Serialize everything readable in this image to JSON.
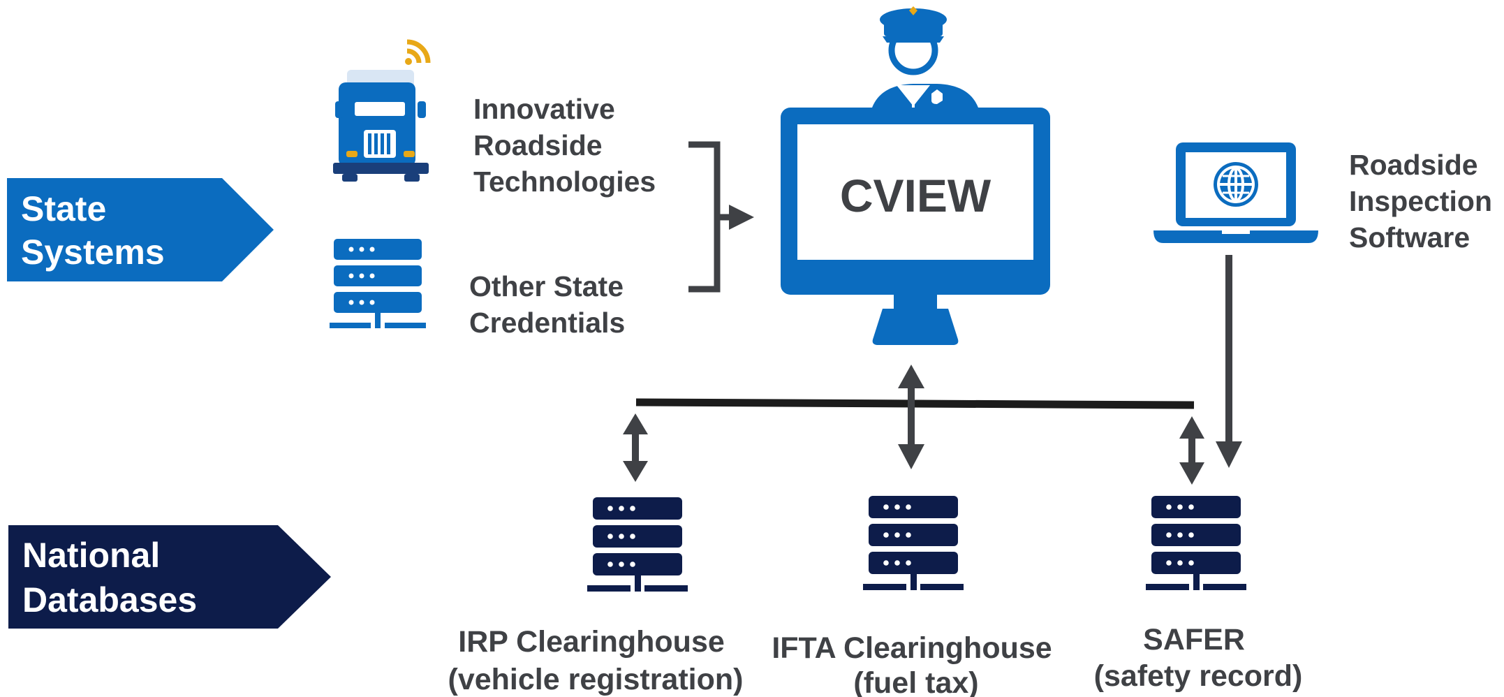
{
  "banners": {
    "state_systems": {
      "lines": [
        "State",
        "Systems"
      ],
      "color": "#0b6cbf"
    },
    "national_databases": {
      "lines": [
        "National",
        "Databases"
      ],
      "color": "#0d1c4a"
    }
  },
  "inputs": {
    "roadside_tech": {
      "lines": [
        "Innovative",
        "Roadside",
        "Technologies"
      ],
      "icon": "truck-icon"
    },
    "state_credentials": {
      "lines": [
        "Other State",
        "Credentials"
      ],
      "icon": "server-icon"
    }
  },
  "center": {
    "label": "CVIEW",
    "icons": [
      "monitor-icon",
      "police-officer-icon"
    ]
  },
  "roadside_software": {
    "lines": [
      "Roadside",
      "Inspection",
      "Software"
    ],
    "icon": "laptop-globe-icon"
  },
  "databases": [
    {
      "lines": [
        "IRP Clearinghouse",
        "(vehicle registration)"
      ]
    },
    {
      "lines": [
        "IFTA Clearinghouse",
        "(fuel tax)"
      ]
    },
    {
      "lines": [
        "SAFER",
        "(safety record)"
      ]
    }
  ],
  "colors": {
    "state_blue": "#0b6cbf",
    "national_navy": "#0d1c4a",
    "connector_gray": "#3f4145",
    "signal_gold": "#e8a817"
  }
}
